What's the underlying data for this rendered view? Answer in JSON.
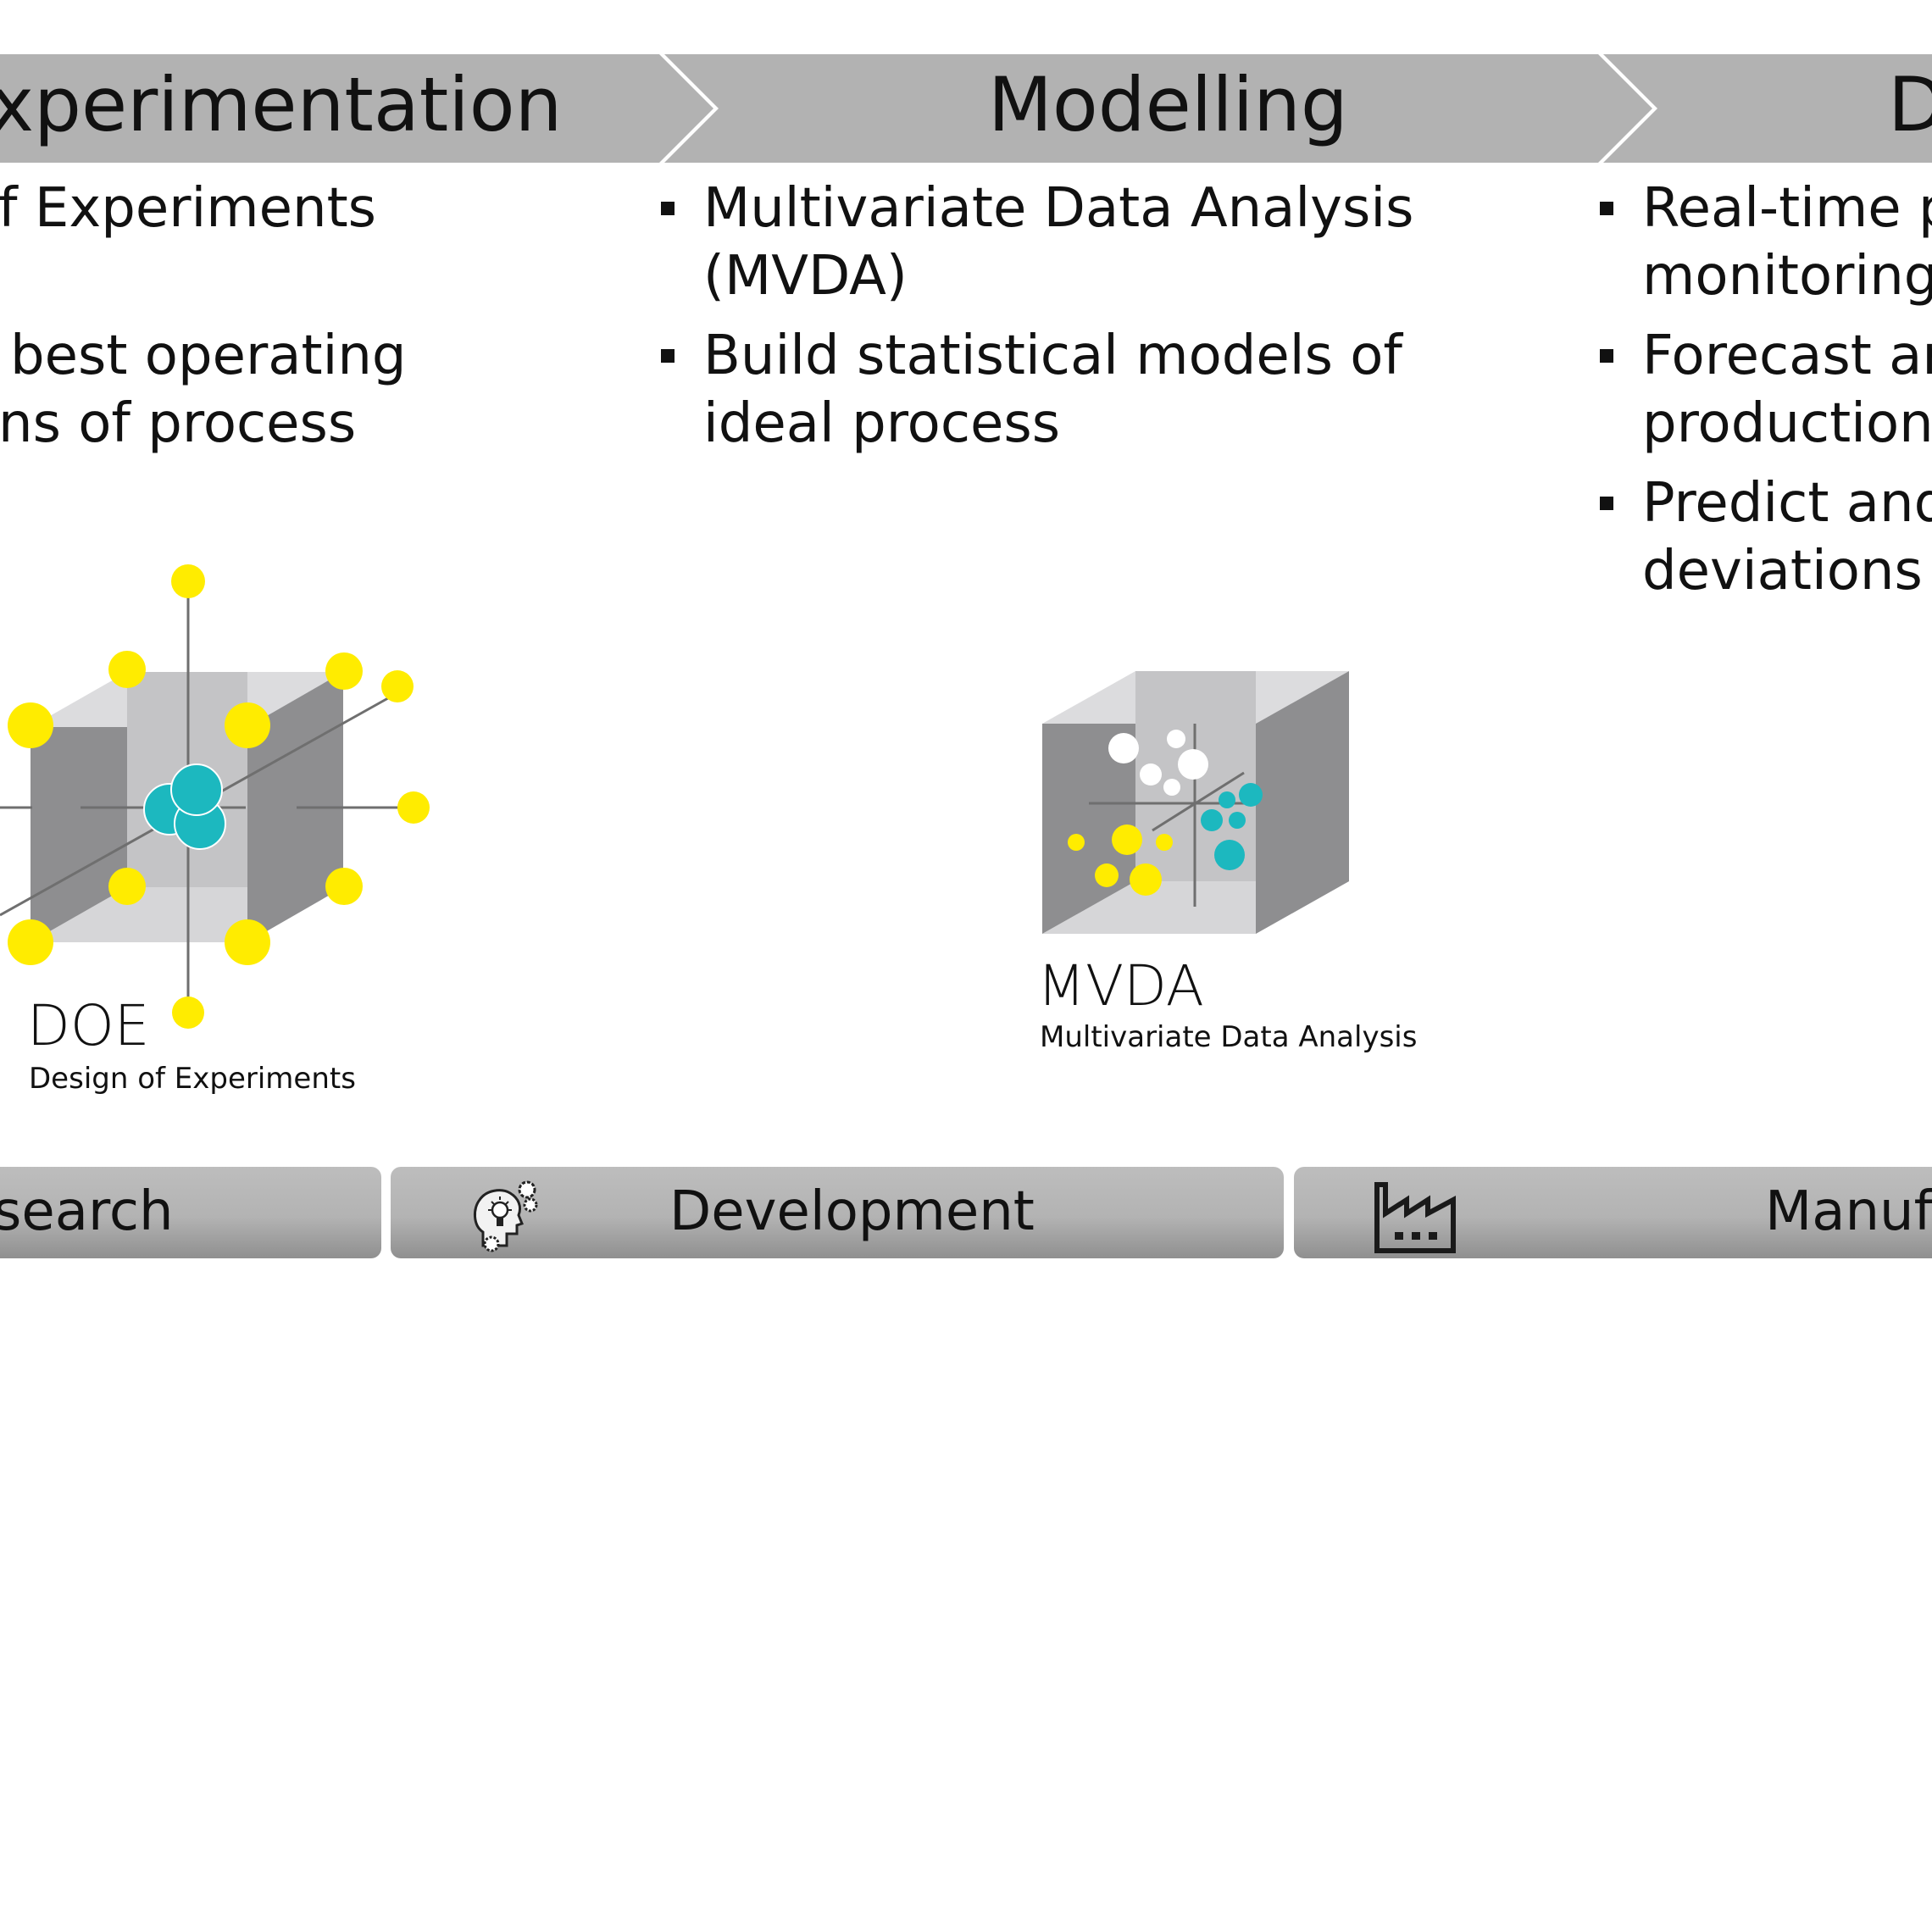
{
  "colors": {
    "chevron": "#b2b2b2",
    "phase_bar": "#b3b3b3",
    "yellow": "#ffec00",
    "teal": "#1cb8bf",
    "cube_dark": "#8e8e90",
    "cube_light": "#d6d6d8"
  },
  "stages": [
    {
      "title": "xperimentation",
      "bullets": [
        {
          "lines": [
            "f Experiments"
          ]
        },
        {
          "lines": [
            "best operating",
            "ns of process"
          ]
        }
      ]
    },
    {
      "title": "Modelling",
      "bullets": [
        {
          "lines": [
            "Multivariate Data Analysis",
            "(MVDA)"
          ]
        },
        {
          "lines": [
            "Build statistical models of",
            "ideal process"
          ]
        }
      ]
    },
    {
      "title": "D",
      "bullets": [
        {
          "lines": [
            "Real-time p",
            "monitoring"
          ]
        },
        {
          "lines": [
            "Forecast ar",
            "production"
          ]
        },
        {
          "lines": [
            "Predict and",
            "deviations i"
          ]
        }
      ]
    }
  ],
  "figures": {
    "doe": {
      "abbr": "DOE",
      "name": "Design of Experiments"
    },
    "mvda": {
      "abbr": "MVDA",
      "name": "Multivariate Data Analysis"
    }
  },
  "phases": [
    {
      "label": "search",
      "icon": "research-icon"
    },
    {
      "label": "Development",
      "icon": "head-lightbulb-gears-icon"
    },
    {
      "label": "Manufa",
      "icon": "factory-icon"
    }
  ]
}
